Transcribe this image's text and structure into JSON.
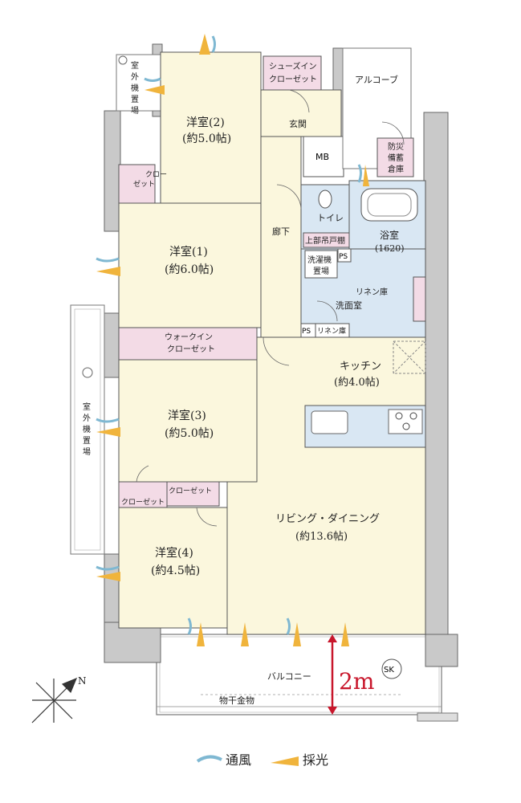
{
  "rooms": {
    "western2": {
      "name": "洋室(2)",
      "size": "(約5.0帖)"
    },
    "western1": {
      "name": "洋室(1)",
      "size": "(約6.0帖)"
    },
    "western3": {
      "name": "洋室(3)",
      "size": "(約5.0帖)"
    },
    "western4": {
      "name": "洋室(4)",
      "size": "(約4.5帖)"
    },
    "kitchen": {
      "name": "キッチン",
      "size": "(約4.0帖)"
    },
    "living": {
      "name": "リビング・ダイニング",
      "size": "(約13.6帖)"
    },
    "bath": {
      "name": "浴室",
      "size": "(1620)"
    },
    "toilet": "トイレ",
    "upper_cabinet": "上部吊戸棚",
    "washer": [
      "洗濯機",
      "置場"
    ],
    "ps": "PS",
    "linen": "リネン庫",
    "washroom": "洗面室",
    "corridor": "廊下",
    "entrance": "玄関",
    "mb": "MB",
    "alcove": "アルコーブ",
    "shoes_closet": [
      "シューズイン",
      "クローゼット"
    ],
    "disaster_storage": [
      "防災",
      "備蓄",
      "倉庫"
    ],
    "walkin_closet": [
      "ウォークイン",
      "クローゼット"
    ],
    "closet": "クローゼット",
    "closet_vertical": [
      "クロー",
      "ゼット"
    ],
    "outdoor_unit": [
      "室",
      "外",
      "機",
      "置",
      "場"
    ],
    "balcony": "バルコニー",
    "drying_hardware": "物干金物",
    "sk": "SK"
  },
  "dimension": "2m",
  "legend": {
    "ventilation": "通風",
    "daylight": "採光"
  },
  "compass": "N",
  "colors": {
    "closet": "#f3dbe6",
    "water": "#d9e7f3",
    "floor": "#fbf7dd",
    "wall": "#c9c9c9",
    "breeze": "#7fb8d2",
    "light": "#f0b43c",
    "dimension": "#c8162b"
  }
}
